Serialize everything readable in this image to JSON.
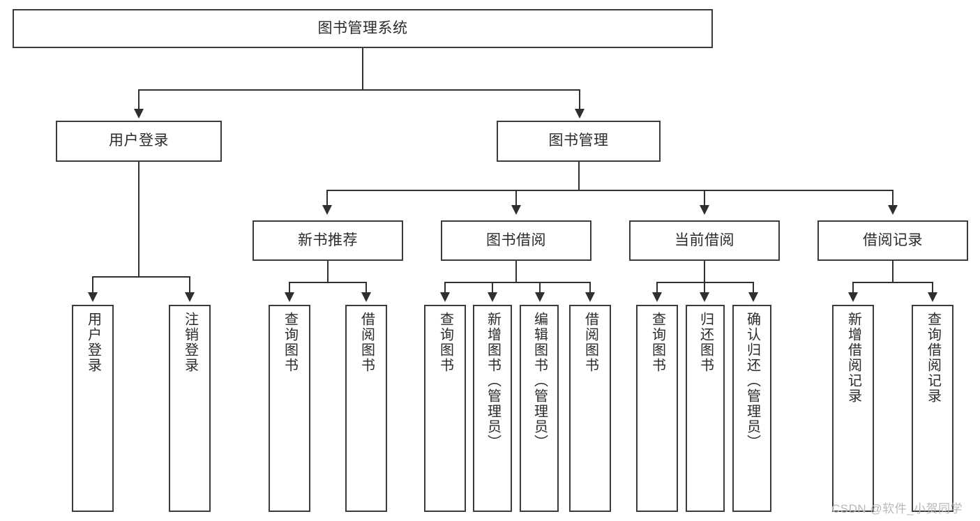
{
  "diagram": {
    "type": "tree",
    "title": "图书管理系统",
    "root": {
      "label": "图书管理系统"
    },
    "level1": [
      {
        "label": "用户登录"
      },
      {
        "label": "图书管理"
      }
    ],
    "level2": [
      {
        "label": "新书推荐"
      },
      {
        "label": "图书借阅"
      },
      {
        "label": "当前借阅"
      },
      {
        "label": "借阅记录"
      }
    ],
    "leaves": {
      "user_login": [
        {
          "label": "用户登录"
        },
        {
          "label": "注销登录"
        }
      ],
      "new_book_recommend": [
        {
          "label": "查询图书"
        },
        {
          "label": "借阅图书"
        }
      ],
      "book_borrow": [
        {
          "label": "查询图书"
        },
        {
          "label": "新增图书（管理员）"
        },
        {
          "label": "编辑图书（管理员）"
        },
        {
          "label": "借阅图书"
        }
      ],
      "current_borrow": [
        {
          "label": "查询图书"
        },
        {
          "label": "归还图书"
        },
        {
          "label": "确认归还（管理员）"
        }
      ],
      "borrow_record": [
        {
          "label": "新增借阅记录"
        },
        {
          "label": "查询借阅记录"
        }
      ]
    }
  },
  "watermark": {
    "text": "CSDN @软件_小贺同学"
  },
  "colors": {
    "box_border": "#3b3b3b",
    "connector": "#2f2f2f",
    "text": "#2b2b2b",
    "background": "#ffffff",
    "watermark": "#b9b9b9"
  }
}
